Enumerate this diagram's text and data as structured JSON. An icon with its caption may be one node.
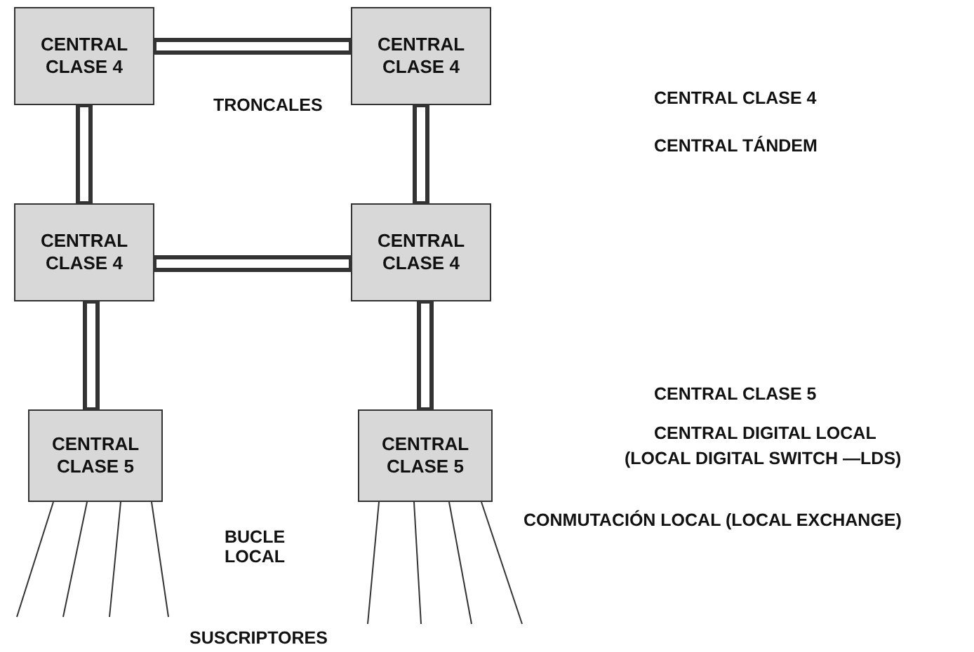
{
  "diagram": {
    "nodes": [
      {
        "text": [
          "CENTRAL CLASE 4"
        ]
      },
      {
        "text": [
          "CENTRAL CLASE 4"
        ]
      },
      {
        "text": [
          "CENTRAL CLASE 4"
        ]
      },
      {
        "text": [
          "CENTRAL CLASE 4"
        ]
      },
      {
        "text": [
          "CENTRAL CLASE 5"
        ]
      },
      {
        "text": [
          "CENTRAL CLASE 5"
        ]
      }
    ],
    "edges": [
      {
        "from": 0,
        "to": 1,
        "arrow": "none",
        "style": "thick"
      },
      {
        "from": 0,
        "to": 2,
        "arrow": "none",
        "style": "thick"
      },
      {
        "from": 1,
        "to": 3,
        "arrow": "none",
        "style": "thick"
      },
      {
        "from": 2,
        "to": 3,
        "arrow": "none",
        "style": "thick"
      },
      {
        "from": 2,
        "to": 4,
        "arrow": "none",
        "style": "thick"
      },
      {
        "from": 3,
        "to": 5,
        "arrow": "none",
        "style": "thick"
      },
      {
        "from": 4,
        "to": null,
        "arrow": "none"
      },
      {
        "from": 4,
        "to": null,
        "arrow": "none"
      },
      {
        "from": 4,
        "to": null,
        "arrow": "none"
      },
      {
        "from": 4,
        "to": null,
        "arrow": "none"
      },
      {
        "from": 5,
        "to": null,
        "arrow": "none"
      },
      {
        "from": 5,
        "to": null,
        "arrow": "none"
      },
      {
        "from": 5,
        "to": null,
        "arrow": "none"
      },
      {
        "from": 5,
        "to": null,
        "arrow": "none"
      }
    ],
    "labels": [
      "TRONCALES",
      "CENTRAL CLASE 4",
      "CENTRAL TÁNDEM",
      "CENTRAL CLASE 5",
      "CENTRAL DIGITAL LOCAL",
      "(LOCAL DIGITAL SWITCH —LDS)",
      "CONMUTACIÓN LOCAL (LOCAL EXCHANGE)",
      "BUCLE LOCAL",
      "SUSCRIPTORES"
    ]
  }
}
